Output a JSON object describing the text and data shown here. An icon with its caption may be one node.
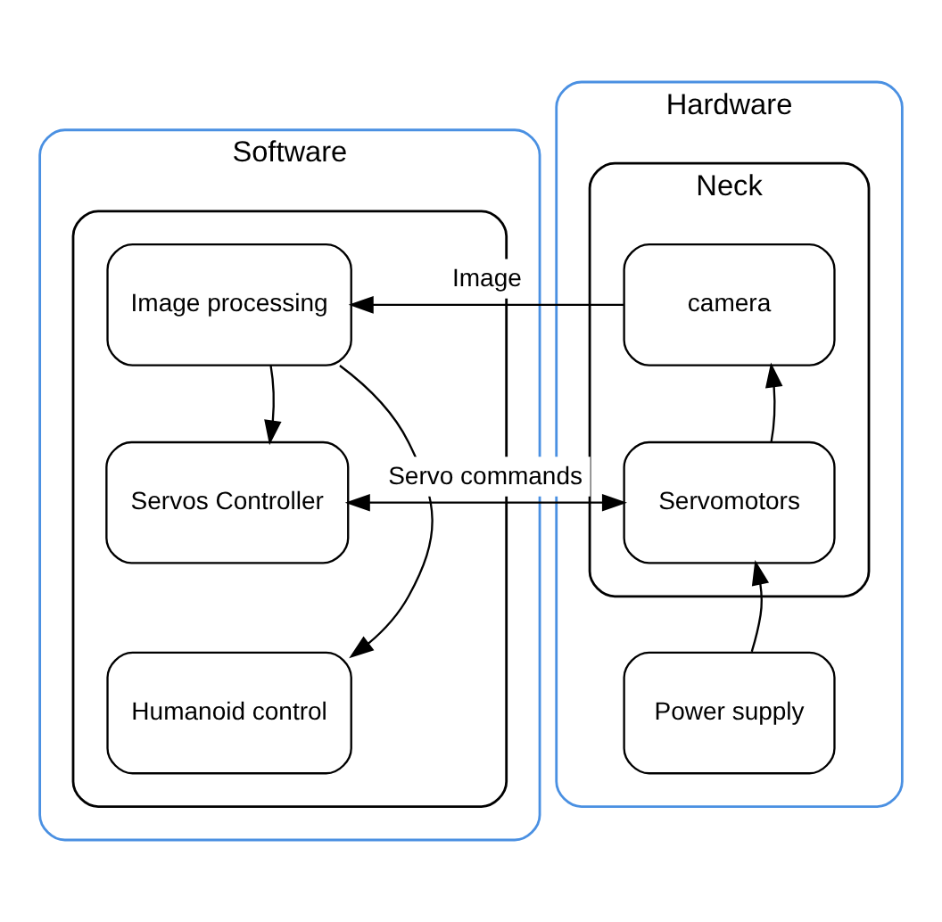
{
  "diagram": {
    "nodes": [
      {
        "text": [
          "Software"
        ]
      },
      {
        "text": [
          "Hardware"
        ]
      },
      {
        "text": [],
        "shape": "box",
        "in": 0
      },
      {
        "text": [
          "Image processing"
        ],
        "in": 2
      },
      {
        "text": [
          "Servos Controller"
        ],
        "in": 2
      },
      {
        "text": [
          "Humanoid control"
        ],
        "in": 2
      },
      {
        "text": [
          "Neck"
        ],
        "in": 1
      },
      {
        "text": [
          "camera"
        ],
        "in": 6
      },
      {
        "text": [
          "Servomotors"
        ],
        "in": 6
      },
      {
        "text": [
          "Power supply"
        ],
        "in": 1
      }
    ],
    "edges": [
      {
        "from": 7,
        "to": 3,
        "arrow": "to",
        "label": "Image"
      },
      {
        "from": 3,
        "to": 4,
        "arrow": "to"
      },
      {
        "from": 3,
        "to": 5,
        "arrow": "to"
      },
      {
        "from": 4,
        "to": 8,
        "arrow": "both",
        "label": "Servo commands"
      },
      {
        "from": 8,
        "to": 7,
        "arrow": "to"
      },
      {
        "from": 9,
        "to": 8,
        "arrow": "to"
      }
    ]
  }
}
